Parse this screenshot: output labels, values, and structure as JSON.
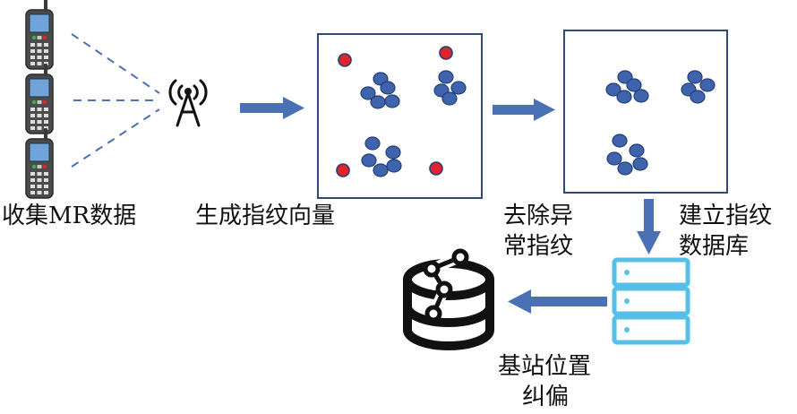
{
  "labels": {
    "collect": "收集MR数据",
    "generate": "生成指纹向量",
    "remove_line1": "去除异",
    "remove_line2": "常指纹",
    "build_line1": "建立指纹",
    "build_line2": "数据库",
    "correct_line1": "基站位置",
    "correct_line2": "纠偏"
  },
  "colors": {
    "arrow": "#4a71b5",
    "dot_blue": "#3f64ad",
    "dot_red": "#e0242c",
    "box_border": "#2f4a7a",
    "server_border": "#56c0e8",
    "dashed_line": "#4a71b5",
    "phone_body": "#4b4b4b"
  },
  "icons": {
    "phone": "mobile-phone-icon",
    "tower": "antenna-tower-icon",
    "server": "server-rack-icon",
    "database": "database-graph-icon"
  }
}
